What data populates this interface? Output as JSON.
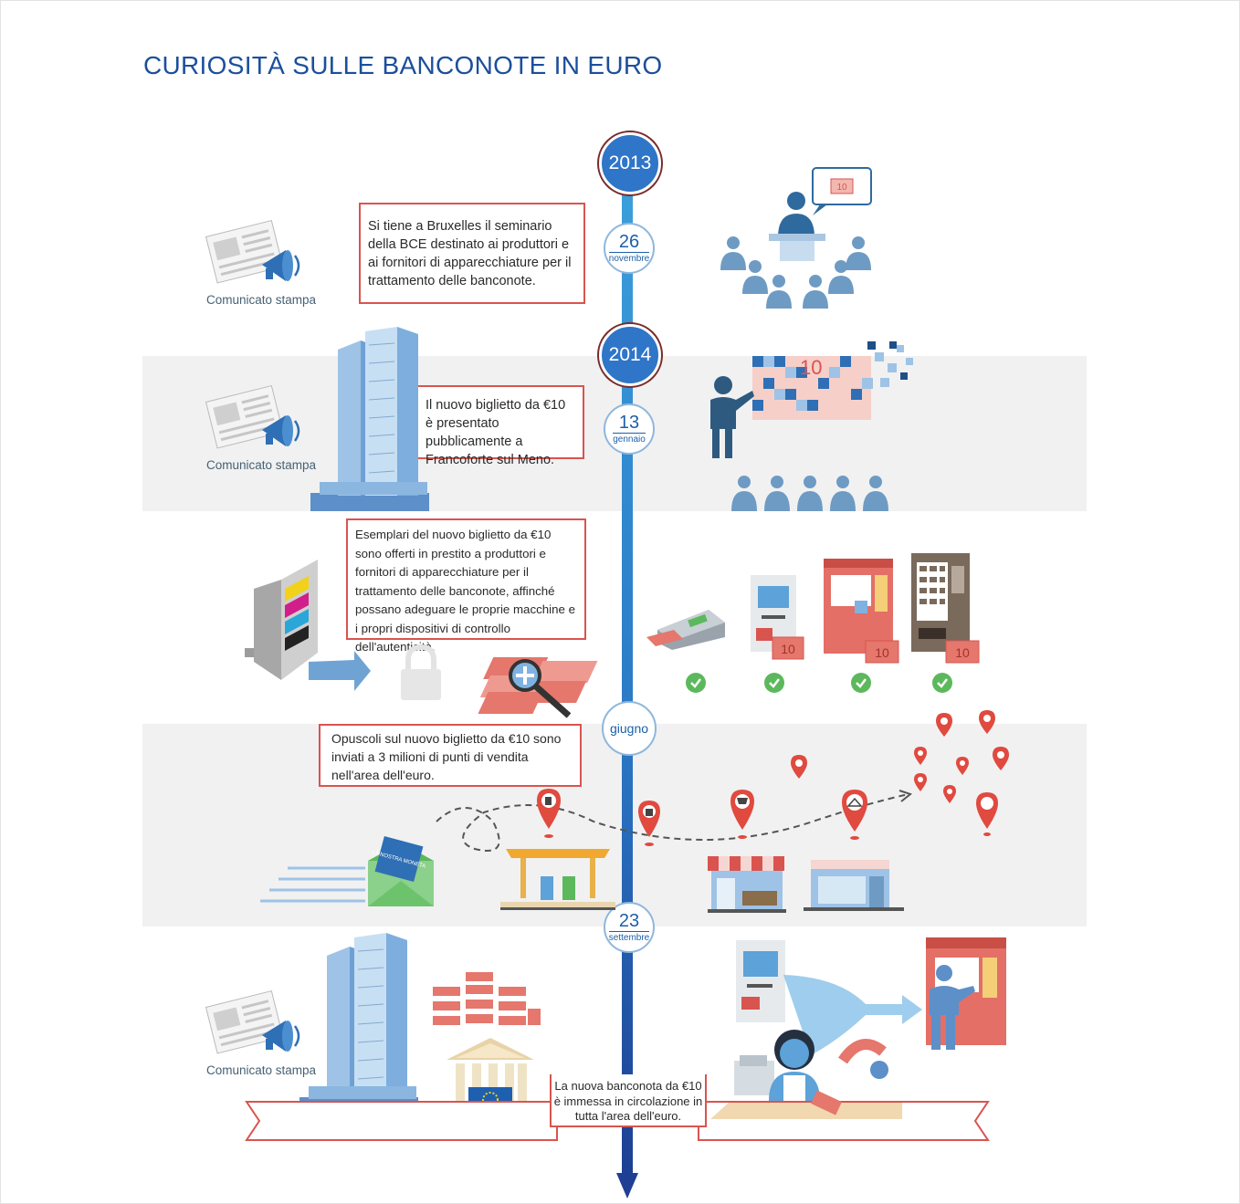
{
  "title": "CURIOSITÀ SULLE BANCONOTE IN EURO",
  "timeline": {
    "years": [
      "2013",
      "2014"
    ],
    "dates": [
      {
        "day": "26",
        "month": "novembre"
      },
      {
        "day": "13",
        "month": "gennaio"
      },
      {
        "month_only": "giugno"
      },
      {
        "day": "23",
        "month": "settembre"
      }
    ]
  },
  "events": {
    "seminar": "Si tiene a Bruxelles il seminario della BCE destinato ai produttori e ai fornitori di apparecchiature per il trattamento delle banconote.",
    "presentation": "Il nuovo biglietto da €10 è presentato pubblicamente a Francoforte sul Meno.",
    "samples": "Esemplari del nuovo biglietto da €10 sono offerti in prestito a produttori e fornitori di apparecchiature per il trattamento delle banconote, affinché possano adeguare le proprie macchine e i propri dispositivi di controllo dell'autenticità.",
    "brochures": "Opuscoli sul nuovo biglietto da €10 sono inviati a 3 milioni di punti di vendita nell'area dell'euro.",
    "circulation": "La nuova banconota da €10 è immessa in circolazione in tutta l'area dell'euro."
  },
  "labels": {
    "press_release": "Comunicato stampa",
    "note_value": "10",
    "brochure_text": "LA NOSTRA MONETA"
  },
  "icons": [
    "newspaper-megaphone-icon",
    "ecb-tower-icon",
    "speaker-podium-icon",
    "audience-icon",
    "presenter-icon",
    "printer-icon",
    "padlock-icon",
    "magnifier-icon",
    "note-validator-icon",
    "atm-icon",
    "ticket-machine-icon",
    "vending-machine-icon",
    "check-icon",
    "map-pin-icon",
    "envelope-icon",
    "gas-station-icon",
    "shop-icon",
    "boutique-icon",
    "bank-icon",
    "cashier-icon",
    "person-icon"
  ],
  "colors": {
    "title": "#1b4f9c",
    "axis": "#2a79c6",
    "accent_red": "#d9544f",
    "check_green": "#5cb85c",
    "figure_blue": "#6e9bc4"
  }
}
